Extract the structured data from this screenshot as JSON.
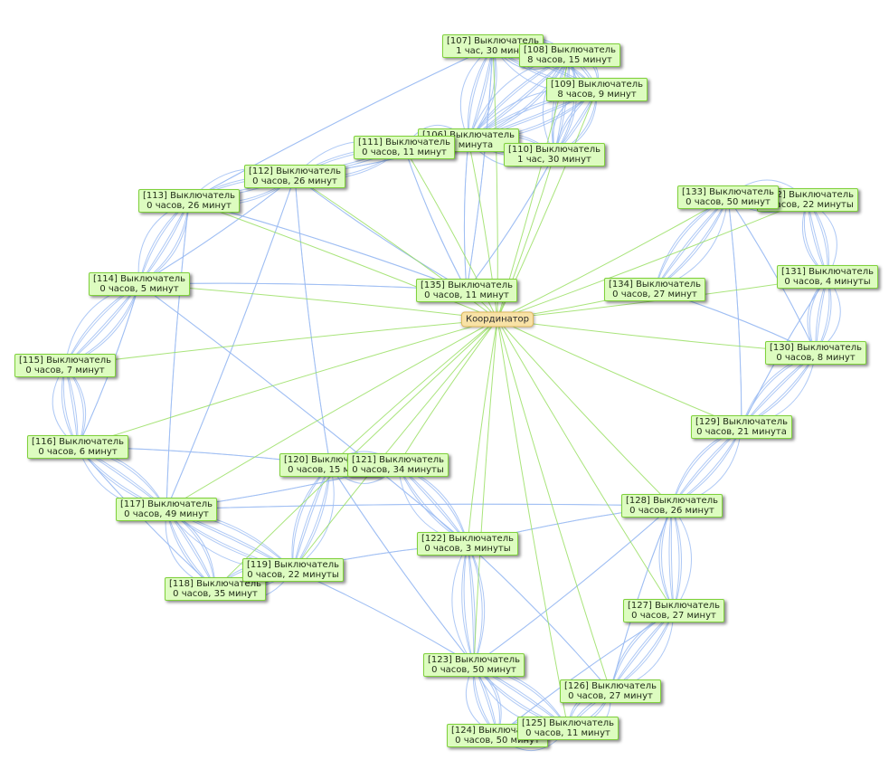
{
  "colors": {
    "edge_mesh": "#9bbcf2",
    "edge_coordinator": "#93dd5a",
    "node_fill": "#ddfcc0",
    "node_border": "#7fd13b",
    "coordinator_fill": "#f8e2a6"
  },
  "coordinator": {
    "label": "Координатор"
  },
  "nodes": [
    {
      "id": "107",
      "label": "[107] Выключатель",
      "sub": "1 час, 30 минут"
    },
    {
      "id": "108",
      "label": "[108] Выключатель",
      "sub": "8 часов, 15 минут"
    },
    {
      "id": "109",
      "label": "[109] Выключатель",
      "sub": "8 часов, 9 минут"
    },
    {
      "id": "106",
      "label": "[106] Выключатель",
      "sub": "31 минута"
    },
    {
      "id": "111",
      "label": "[111] Выключатель",
      "sub": "0 часов, 11 минут"
    },
    {
      "id": "110",
      "label": "[110] Выключатель",
      "sub": "1 час, 30 минут"
    },
    {
      "id": "112",
      "label": "[112] Выключатель",
      "sub": "0 часов, 26 минут"
    },
    {
      "id": "113",
      "label": "[113] Выключатель",
      "sub": "0 часов, 26 минут"
    },
    {
      "id": "114",
      "label": "[114] Выключатель",
      "sub": "0 часов, 5 минут"
    },
    {
      "id": "115",
      "label": "[115] Выключатель",
      "sub": "0 часов, 7 минут"
    },
    {
      "id": "116",
      "label": "[116] Выключатель",
      "sub": "0 часов, 6 минут"
    },
    {
      "id": "117",
      "label": "[117] Выключатель",
      "sub": "0 часов, 49 минут"
    },
    {
      "id": "118",
      "label": "[118] Выключатель",
      "sub": "0 часов, 35 минут"
    },
    {
      "id": "119",
      "label": "[119] Выключатель",
      "sub": "0 часов, 22 минуты"
    },
    {
      "id": "120",
      "label": "[120] Выключатель",
      "sub": "0 часов, 15 минут"
    },
    {
      "id": "121",
      "label": "[121] Выключатель",
      "sub": "0 часов, 34 минуты"
    },
    {
      "id": "122",
      "label": "[122] Выключатель",
      "sub": "0 часов, 3 минуты"
    },
    {
      "id": "123",
      "label": "[123] Выключатель",
      "sub": "0 часов, 50 минут"
    },
    {
      "id": "124",
      "label": "[124] Выключатель",
      "sub": "0 часов, 50 минут"
    },
    {
      "id": "125",
      "label": "[125] Выключатель",
      "sub": "0 часов, 11 минут"
    },
    {
      "id": "126",
      "label": "[126] Выключатель",
      "sub": "0 часов, 27 минут"
    },
    {
      "id": "127",
      "label": "[127] Выключатель",
      "sub": "0 часов, 27 минут"
    },
    {
      "id": "128",
      "label": "[128] Выключатель",
      "sub": "0 часов, 26 минут"
    },
    {
      "id": "129",
      "label": "[129] Выключатель",
      "sub": "0 часов, 21 минута"
    },
    {
      "id": "130",
      "label": "[130] Выключатель",
      "sub": "0 часов, 8 минут"
    },
    {
      "id": "131",
      "label": "[131] Выключатель",
      "sub": "0 часов, 4 минуты"
    },
    {
      "id": "132",
      "label": "[132] Выключатель",
      "sub": "0 часов, 22 минуты"
    },
    {
      "id": "133",
      "label": "[133] Выключатель",
      "sub": "0 часов, 50 минут"
    },
    {
      "id": "134",
      "label": "[134] Выключатель",
      "sub": "0 часов, 27 минут"
    },
    {
      "id": "135",
      "label": "[135] Выключатель",
      "sub": "0 часов, 11 минут"
    }
  ],
  "links": [
    [
      "107",
      "108"
    ],
    [
      "107",
      "106"
    ],
    [
      "107",
      "109"
    ],
    [
      "108",
      "109"
    ],
    [
      "108",
      "106"
    ],
    [
      "108",
      "110"
    ],
    [
      "109",
      "110"
    ],
    [
      "109",
      "106"
    ],
    [
      "106",
      "111"
    ],
    [
      "106",
      "110"
    ],
    [
      "111",
      "112"
    ],
    [
      "106",
      "112"
    ],
    [
      "112",
      "113"
    ],
    [
      "113",
      "114"
    ],
    [
      "112",
      "114"
    ],
    [
      "114",
      "115"
    ],
    [
      "115",
      "116"
    ],
    [
      "114",
      "116"
    ],
    [
      "116",
      "117"
    ],
    [
      "117",
      "118"
    ],
    [
      "118",
      "119"
    ],
    [
      "117",
      "119"
    ],
    [
      "119",
      "120"
    ],
    [
      "120",
      "121"
    ],
    [
      "121",
      "122"
    ],
    [
      "119",
      "122"
    ],
    [
      "122",
      "123"
    ],
    [
      "123",
      "124"
    ],
    [
      "124",
      "125"
    ],
    [
      "123",
      "125"
    ],
    [
      "125",
      "126"
    ],
    [
      "126",
      "127"
    ],
    [
      "127",
      "128"
    ],
    [
      "126",
      "128"
    ],
    [
      "128",
      "129"
    ],
    [
      "129",
      "130"
    ],
    [
      "130",
      "131"
    ],
    [
      "131",
      "132"
    ],
    [
      "132",
      "133"
    ],
    [
      "133",
      "130"
    ],
    [
      "129",
      "131"
    ],
    [
      "134",
      "133"
    ],
    [
      "134",
      "130"
    ],
    [
      "135",
      "106"
    ],
    [
      "135",
      "112"
    ],
    [
      "135",
      "111"
    ],
    [
      "120",
      "112"
    ],
    [
      "117",
      "113"
    ],
    [
      "114",
      "122"
    ],
    [
      "117",
      "128"
    ],
    [
      "123",
      "120"
    ],
    [
      "122",
      "126"
    ],
    [
      "116",
      "120"
    ],
    [
      "113",
      "135"
    ],
    [
      "110",
      "135"
    ],
    [
      "107",
      "135"
    ],
    [
      "118",
      "116"
    ],
    [
      "124",
      "127"
    ],
    [
      "121",
      "117"
    ],
    [
      "119",
      "123"
    ],
    [
      "111",
      "110"
    ],
    [
      "122",
      "128"
    ],
    [
      "112",
      "117"
    ],
    [
      "133",
      "129"
    ],
    [
      "114",
      "135"
    ],
    [
      "128",
      "123"
    ],
    [
      "113",
      "107"
    ]
  ],
  "coordinator_links": [
    "107",
    "108",
    "109",
    "106",
    "111",
    "110",
    "112",
    "113",
    "114",
    "115",
    "116",
    "117",
    "118",
    "119",
    "120",
    "121",
    "122",
    "123",
    "125",
    "126",
    "127",
    "128",
    "129",
    "130",
    "131",
    "132",
    "133",
    "134",
    "135"
  ]
}
